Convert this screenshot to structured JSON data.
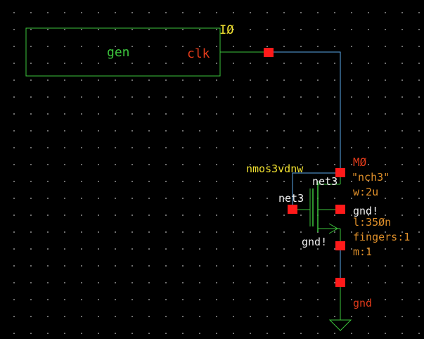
{
  "colors": {
    "background": "#000000",
    "grid": "#8a8a8a",
    "wire": "#5aa8e8",
    "symbol": "#3cc43c",
    "pin": "#ff1a1a",
    "label_red": "#e23a1a",
    "param": "#e0902a",
    "instance": "#f0e030"
  },
  "gen_block": {
    "instance_name": "IØ",
    "cell_name": "gen",
    "pin_label": "clk"
  },
  "transistor": {
    "cell_name": "nmos3vdnw",
    "instance_name": "MØ",
    "model": "\"nch3\"",
    "width": "w:2u",
    "length": "l:35Øn",
    "fingers": "fingers:1",
    "multiplier": "m:1",
    "drain_net": "net3",
    "gate_net": "net3",
    "body_net": "gnd!",
    "source_net": "gnd!"
  },
  "ground": {
    "label": "gnd"
  }
}
